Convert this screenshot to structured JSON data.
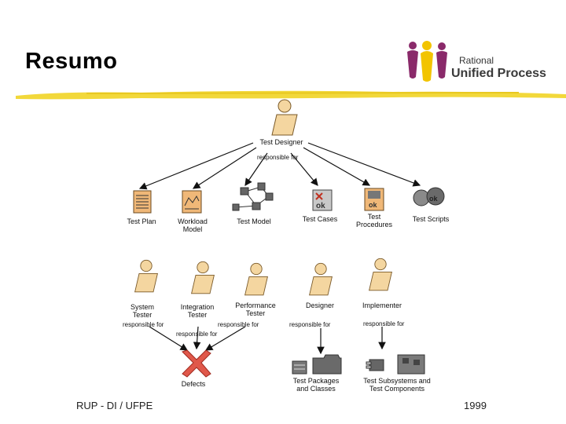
{
  "slide": {
    "title": "Resumo",
    "footer_left": "RUP - DI / UFPE",
    "footer_right": "1999"
  },
  "logo": {
    "line1": "Rational",
    "line2": "Unified Process"
  },
  "colors": {
    "worker_fill": "#f4d6a0",
    "worker_stroke": "#7a5a2a",
    "stripe": "#f2d83a",
    "defect_red": "#e0584a"
  },
  "diagram": {
    "designer": "Test Designer",
    "designer_rel": "responsible for",
    "artifacts_top": [
      {
        "label": "Test Plan",
        "icon": "document-icon"
      },
      {
        "label": "Workload\nModel",
        "icon": "workload-document-icon"
      },
      {
        "label": "Test Model",
        "icon": "model-network-icon"
      },
      {
        "label": "Test Cases",
        "icon": "test-case-icon"
      },
      {
        "label": "Test\nProcedures",
        "icon": "procedure-document-icon"
      },
      {
        "label": "Test Scripts",
        "icon": "script-gears-icon"
      }
    ],
    "workers_bottom": [
      {
        "label": "System\nTester",
        "rel": "responsible for"
      },
      {
        "label": "Integration\nTester",
        "rel": "responsible for"
      },
      {
        "label": "Performance\nTester",
        "rel": "responsible for"
      },
      {
        "label": "Designer",
        "rel": "responsible for"
      },
      {
        "label": "Implementer",
        "rel": "responsible for"
      }
    ],
    "lower_rel": "responsible for",
    "artifacts_bottom": [
      {
        "label": "Defects",
        "icon": "defect-x-icon"
      },
      {
        "label": "Test Packages\nand Classes",
        "icon": "package-icon"
      },
      {
        "label": "Test Subsystems and\nTest Components",
        "icon": "subsystem-icon"
      }
    ]
  }
}
